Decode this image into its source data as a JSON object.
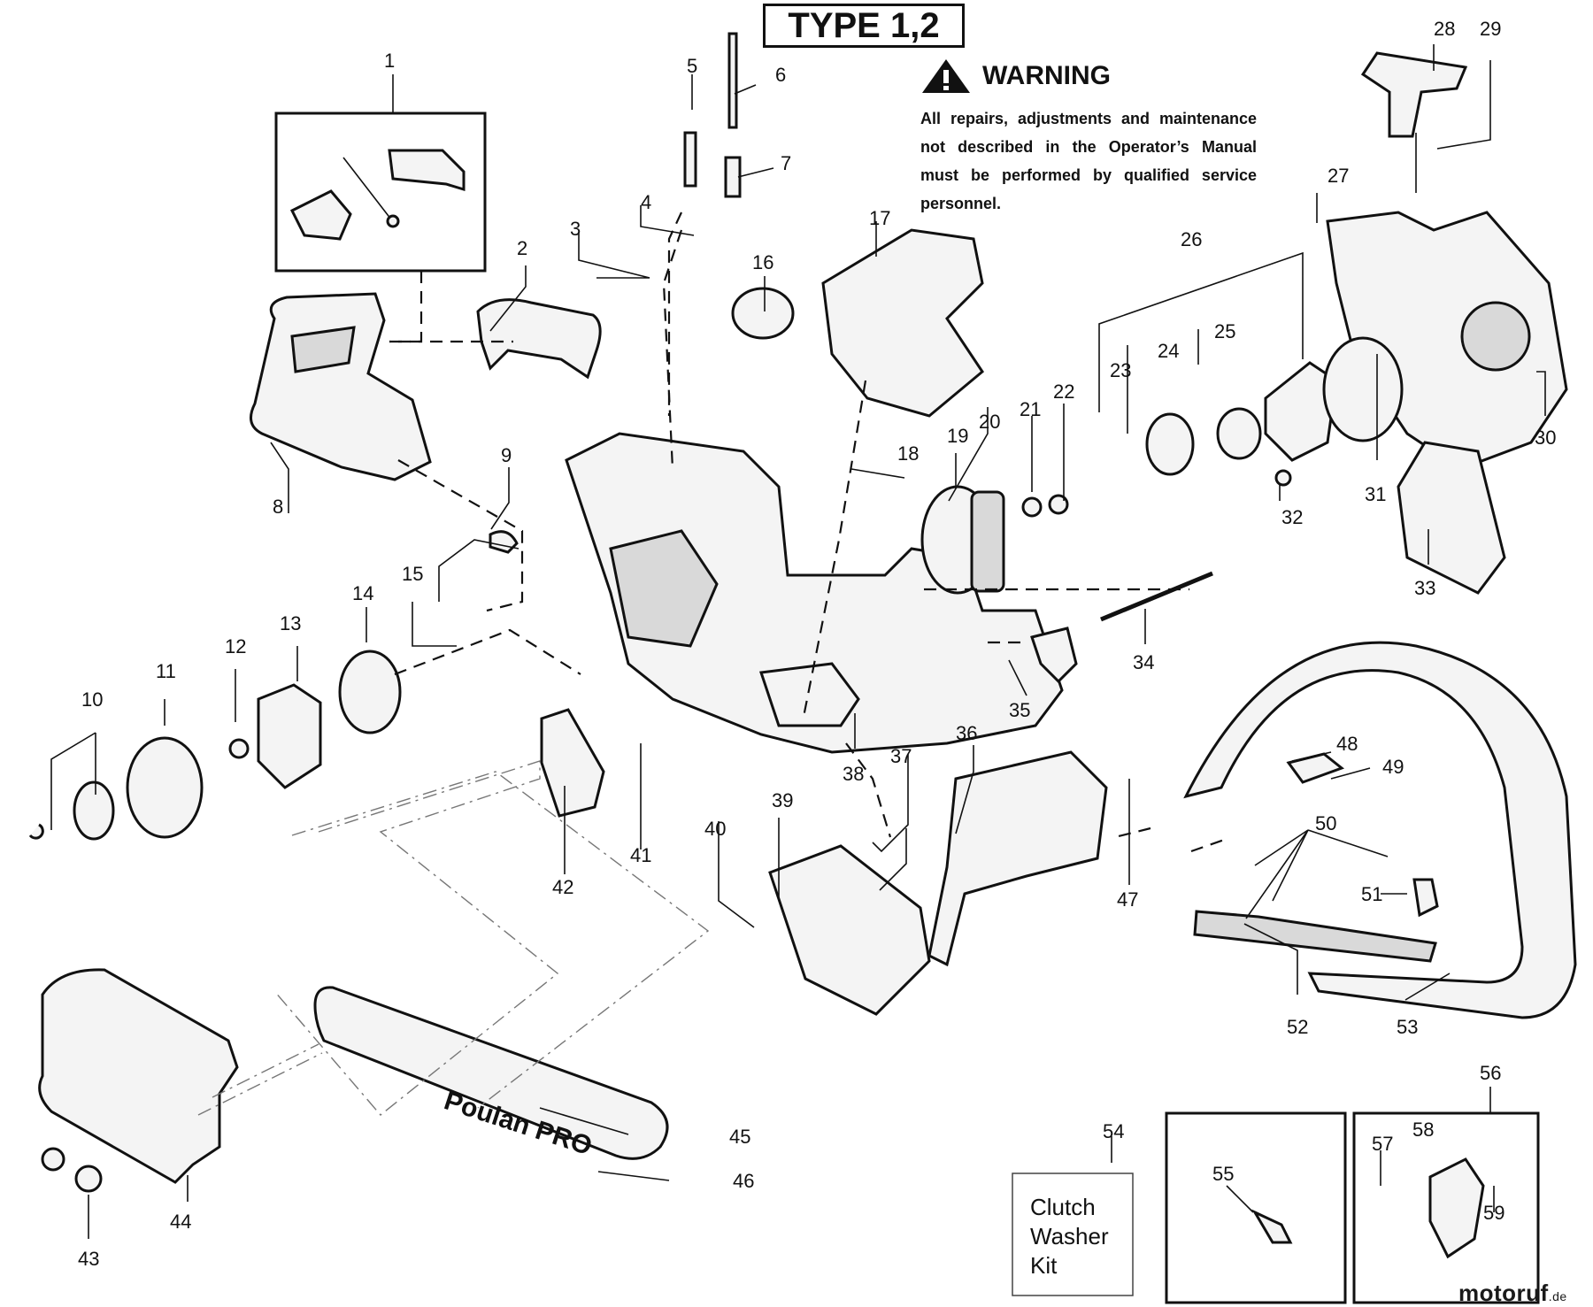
{
  "header": {
    "type_label": "TYPE 1,2",
    "warning_title": "WARNING",
    "warning_body": "All repairs, adjustments and maintenance not described in the Operator’s Manual must be performed by qualified service personnel."
  },
  "kit": {
    "label": "Clutch Washer Kit"
  },
  "bar_brand": "Poulan PRO",
  "watermark": {
    "name": "motoruf",
    "tld": ".de"
  },
  "callouts": [
    "1",
    "2",
    "3",
    "4",
    "5",
    "6",
    "7",
    "8",
    "9",
    "10",
    "11",
    "12",
    "13",
    "14",
    "15",
    "16",
    "17",
    "18",
    "19",
    "20",
    "21",
    "22",
    "23",
    "24",
    "25",
    "26",
    "27",
    "28",
    "29",
    "30",
    "31",
    "32",
    "33",
    "34",
    "35",
    "36",
    "37",
    "38",
    "39",
    "40",
    "41",
    "42",
    "43",
    "44",
    "45",
    "46",
    "47",
    "48",
    "49",
    "50",
    "51",
    "52",
    "53",
    "54",
    "55",
    "56",
    "57",
    "58",
    "59"
  ],
  "icons": {
    "warning": "warning-triangle-icon"
  }
}
